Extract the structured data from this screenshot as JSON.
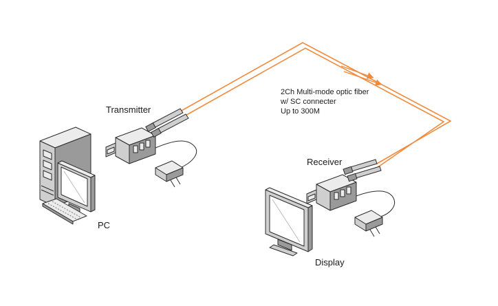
{
  "labels": {
    "transmitter": "Transmitter",
    "receiver": "Receiver",
    "pc": "PC",
    "display": "Display",
    "fiber_line1": "2Ch Multi-mode optic fiber",
    "fiber_line2": "w/ SC connecter",
    "fiber_line3": "Up to 300M"
  },
  "colors": {
    "fiber": "#f08a3c",
    "outline": "#2b2b2b",
    "fill_light": "#ececec",
    "fill_mid": "#cfcfcf",
    "fill_dark": "#9a9a9a",
    "background": "#ffffff"
  },
  "icons": [
    "pc-tower-icon",
    "monitor-icon",
    "keyboard-icon",
    "transmitter-icon",
    "receiver-icon",
    "power-adapter-icon",
    "sc-connector-icon",
    "arrow-icon"
  ]
}
